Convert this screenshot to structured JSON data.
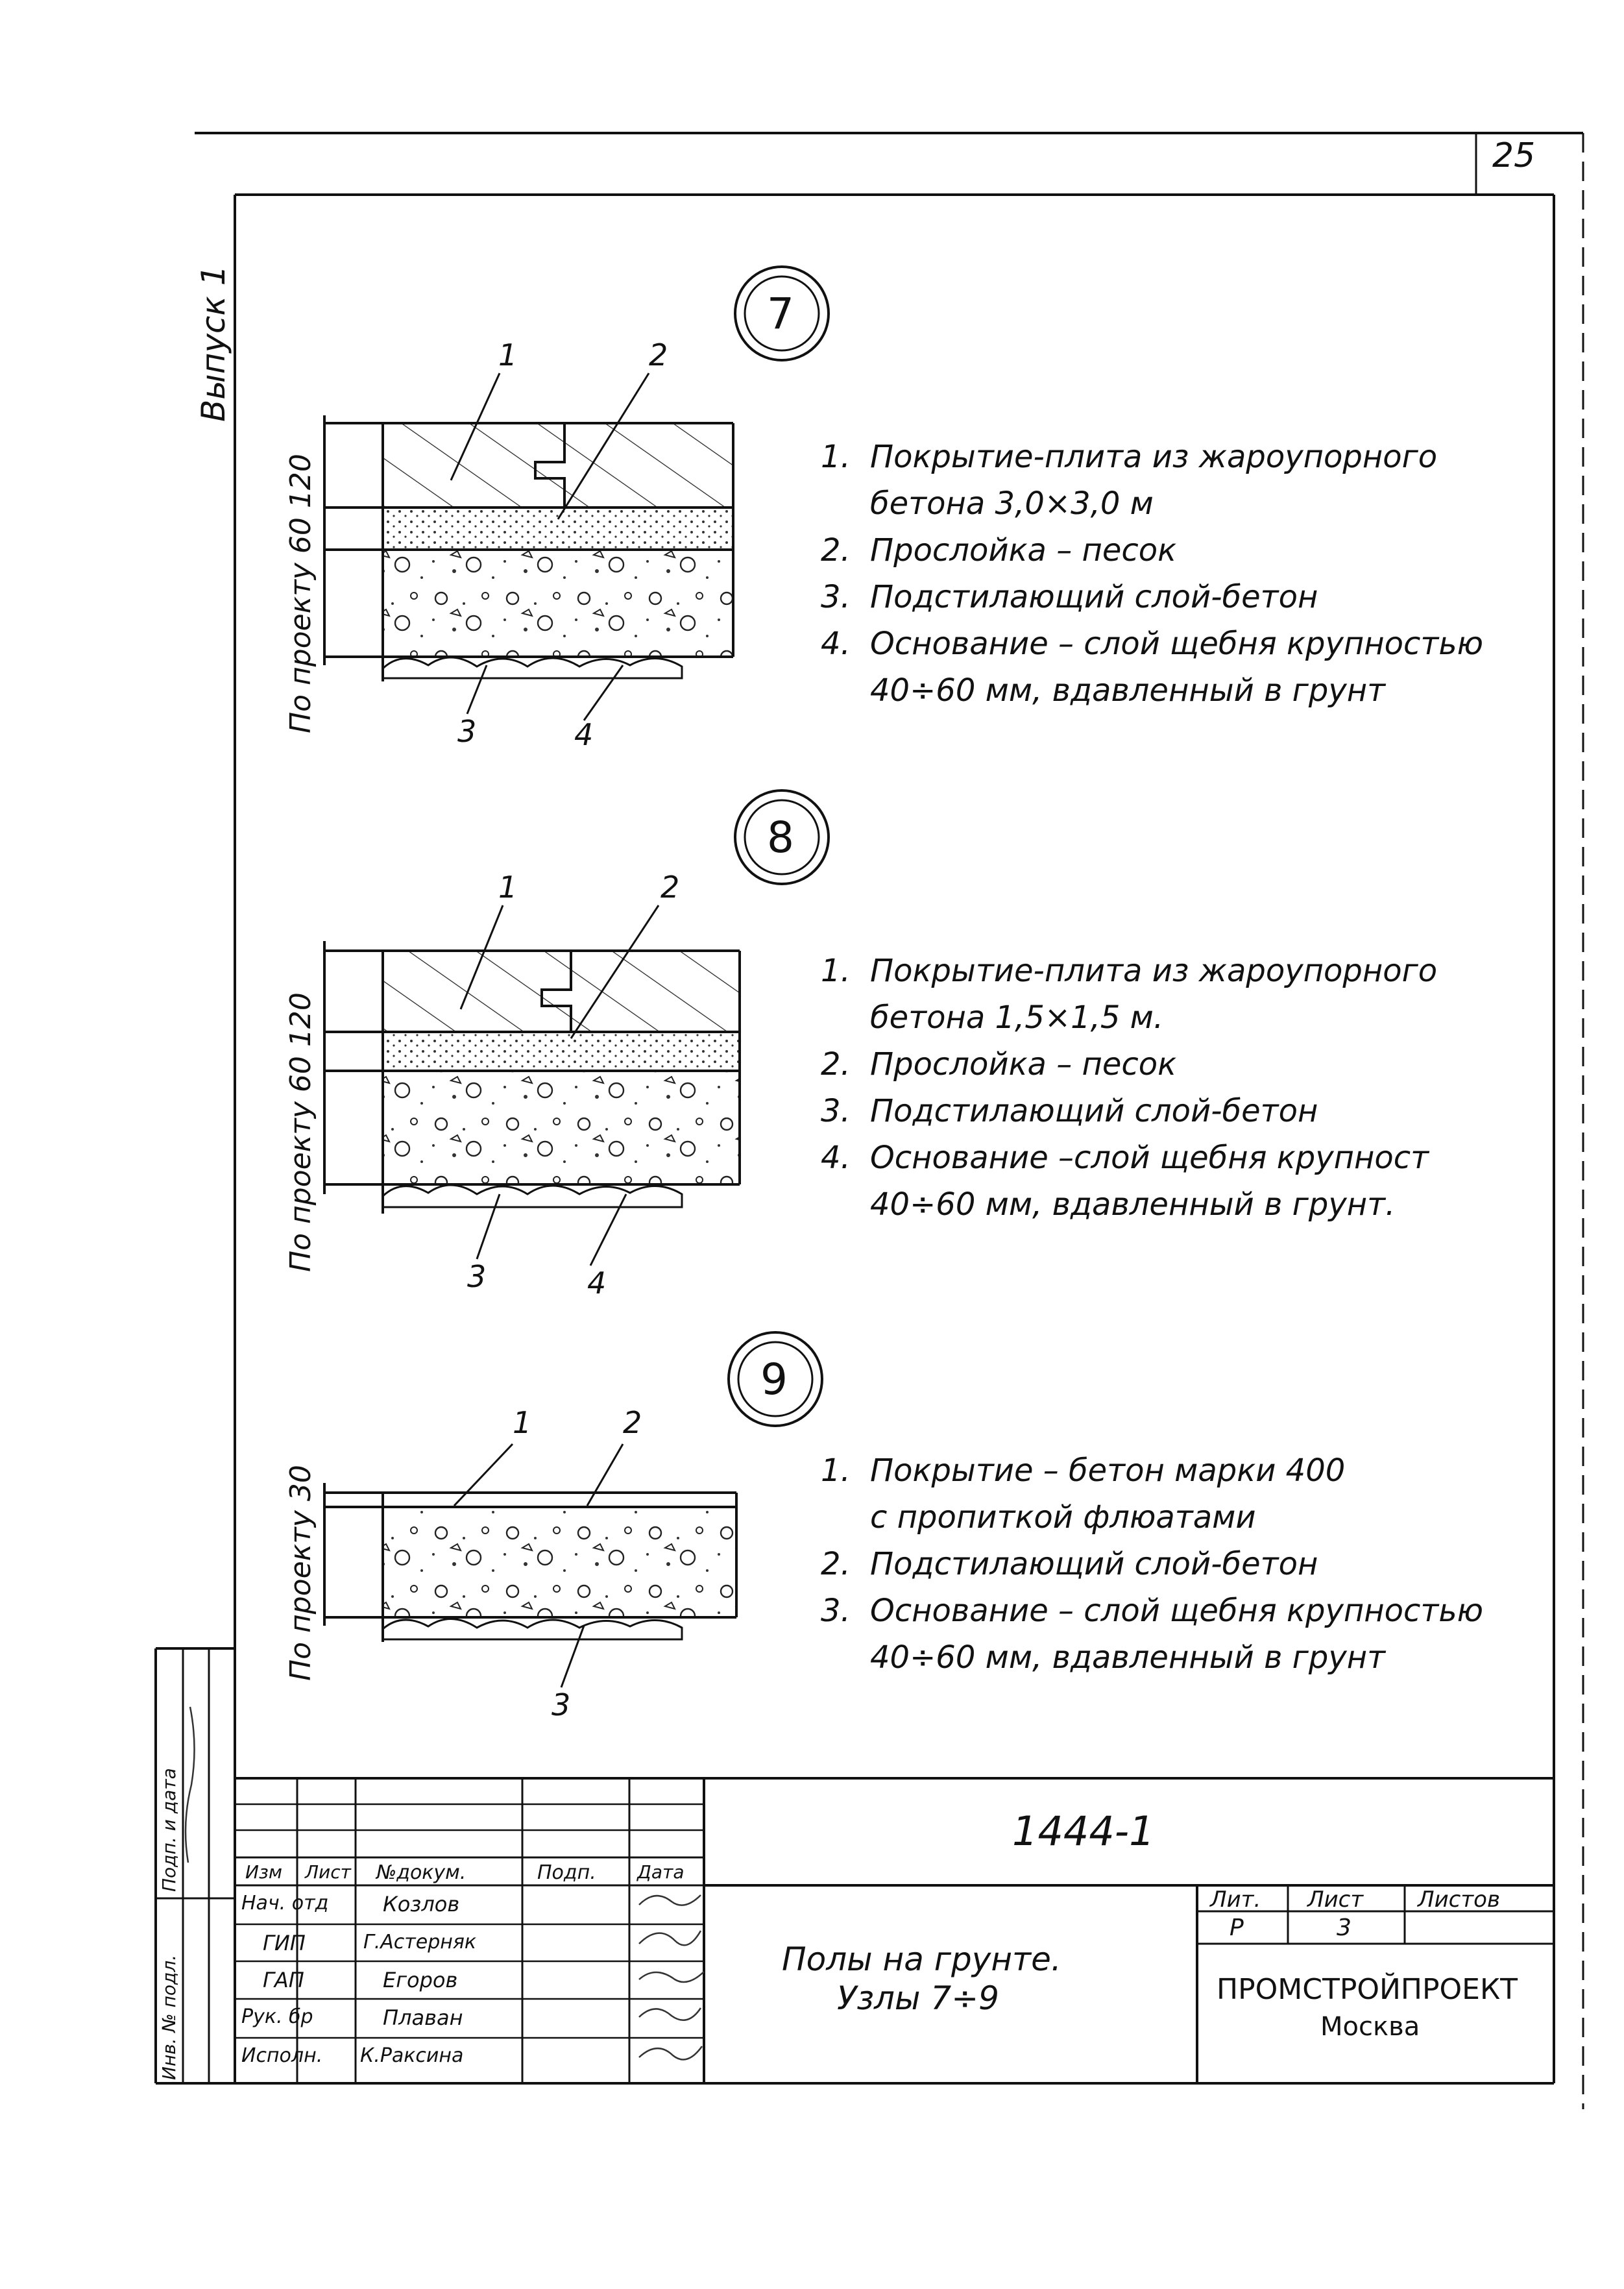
{
  "page_number": "25",
  "issue_label": "Выпуск 1",
  "nodes": [
    {
      "id": "7",
      "dims": "По проекту 60 120",
      "callouts": [
        "1",
        "2",
        "3",
        "4"
      ],
      "legend": [
        {
          "num": "1.",
          "lines": [
            "Покрытие-плита из жароупорного",
            "бетона 3,0×3,0 м"
          ]
        },
        {
          "num": "2.",
          "lines": [
            "Прослойка – песок"
          ]
        },
        {
          "num": "3.",
          "lines": [
            "Подстилающий слой-бетон"
          ]
        },
        {
          "num": "4.",
          "lines": [
            "Основание – слой щебня крупностью",
            "40÷60 мм, вдавленный в грунт"
          ]
        }
      ]
    },
    {
      "id": "8",
      "dims": "По проекту 60 120",
      "callouts": [
        "1",
        "2",
        "3",
        "4"
      ],
      "legend": [
        {
          "num": "1.",
          "lines": [
            "Покрытие-плита из жароупорного",
            "бетона 1,5×1,5 м."
          ]
        },
        {
          "num": "2.",
          "lines": [
            "Прослойка – песок"
          ]
        },
        {
          "num": "3.",
          "lines": [
            "Подстилающий слой-бетон"
          ]
        },
        {
          "num": "4.",
          "lines": [
            "Основание –слой щебня крупност",
            "40÷60 мм, вдавленный в грунт."
          ]
        }
      ]
    },
    {
      "id": "9",
      "dims": "По проекту 30",
      "callouts": [
        "1",
        "2",
        "3"
      ],
      "legend": [
        {
          "num": "1.",
          "lines": [
            "Покрытие – бетон марки 400",
            "с пропиткой флюатами"
          ]
        },
        {
          "num": "2.",
          "lines": [
            "Подстилающий слой-бетон"
          ]
        },
        {
          "num": "3.",
          "lines": [
            "Основание – слой щебня крупностью",
            "40÷60 мм, вдавленный в грунт"
          ]
        }
      ]
    }
  ],
  "title_block": {
    "doc_code": "1444-1",
    "title_line1": "Полы на грунте.",
    "title_line2": "Узлы 7÷9",
    "org_line1": "ПРОМСТРОЙПРОЕКТ",
    "org_line2": "Москва",
    "headers": {
      "izm": "Изм",
      "list": "Лист",
      "ndoc": "№докум.",
      "podp": "Подп.",
      "data": "Дата"
    },
    "stage_headers": {
      "lit": "Лит.",
      "list": "Лист",
      "listov": "Листов"
    },
    "stage_values": {
      "lit": "Р",
      "list": "3",
      "listov": ""
    },
    "roles": [
      {
        "role": "Нач. отд",
        "name": "Козлов"
      },
      {
        "role": "ГИП",
        "name": "Г.Астерняк"
      },
      {
        "role": "ГАП",
        "name": "Егоров"
      },
      {
        "role": "Рук. бр",
        "name": "Плаван"
      },
      {
        "role": "Исполн.",
        "name": "К.Раксина"
      }
    ],
    "side_stamp": [
      "Инв. № подл.",
      "Подп. и дата"
    ]
  }
}
